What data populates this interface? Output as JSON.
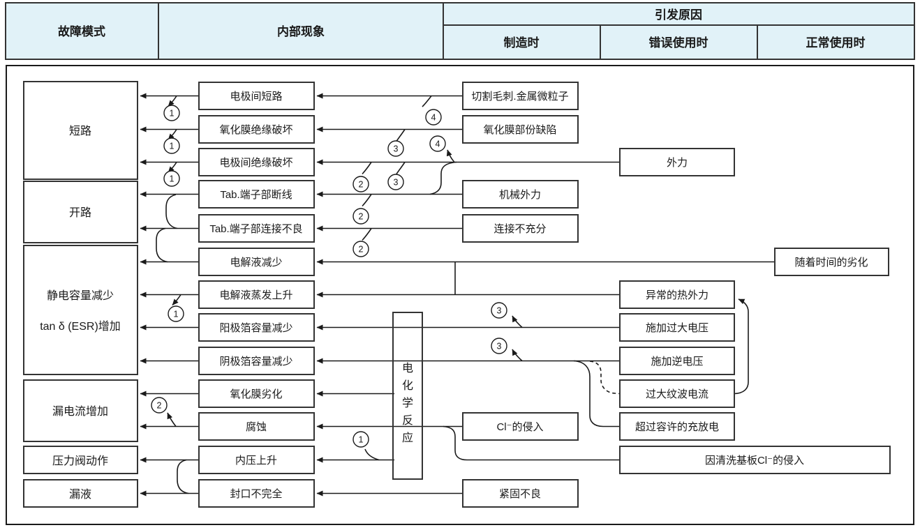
{
  "header": {
    "col_fault_mode": "故障模式",
    "col_internal": "内部现象",
    "col_cause": "引发原因",
    "col_cause_mfg": "制造时",
    "col_cause_misuse": "错误使用时",
    "col_cause_normal": "正常使用时"
  },
  "fault_modes": [
    {
      "label": "短路"
    },
    {
      "label": "开路"
    },
    {
      "label": "静电容量减少",
      "label2": "tan δ (ESR)增加"
    },
    {
      "label": "漏电流增加"
    },
    {
      "label": "压力阀动作"
    },
    {
      "label": "漏液"
    }
  ],
  "phenomena": [
    {
      "label": "电极间短路"
    },
    {
      "label": "氧化膜绝缘破坏"
    },
    {
      "label": "电极间绝缘破坏"
    },
    {
      "label": "Tab.端子部断线"
    },
    {
      "label": "Tab.端子部连接不良"
    },
    {
      "label": "电解液减少"
    },
    {
      "label": "电解液蒸发上升"
    },
    {
      "label": "阳极箔容量减少"
    },
    {
      "label": "阴极箔容量减少"
    },
    {
      "label": "氧化膜劣化"
    },
    {
      "label": "腐蚀"
    },
    {
      "label": "内压上升"
    },
    {
      "label": "封口不完全"
    }
  ],
  "process": {
    "chars": [
      "电",
      "化",
      "学",
      "反",
      "应"
    ]
  },
  "causes": [
    {
      "label": "切割毛刺.金属微粒子"
    },
    {
      "label": "氧化膜部份缺陷"
    },
    {
      "label": "外力"
    },
    {
      "label": "机械外力"
    },
    {
      "label": "连接不充分"
    },
    {
      "label": "随着时间的劣化"
    },
    {
      "label": "异常的热外力"
    },
    {
      "label": "施加过大电压"
    },
    {
      "label": "施加逆电压"
    },
    {
      "label": "过大纹波电流"
    },
    {
      "label": "超过容许的充放电"
    },
    {
      "label": "Cl⁻的侵入"
    },
    {
      "label": "因清洗基板Cl⁻的侵入"
    },
    {
      "label": "紧固不良"
    }
  ],
  "annotations": [
    {
      "label": "1"
    },
    {
      "label": "1"
    },
    {
      "label": "1"
    },
    {
      "label": "1"
    },
    {
      "label": "1"
    },
    {
      "label": "2"
    },
    {
      "label": "2"
    },
    {
      "label": "2"
    },
    {
      "label": "2"
    },
    {
      "label": "3"
    },
    {
      "label": "3"
    },
    {
      "label": "3"
    },
    {
      "label": "3"
    },
    {
      "label": "4"
    },
    {
      "label": "4"
    }
  ],
  "colors": {
    "header_bg": "#e1f2f8",
    "border": "#333333",
    "line": "#1a1a1a"
  }
}
